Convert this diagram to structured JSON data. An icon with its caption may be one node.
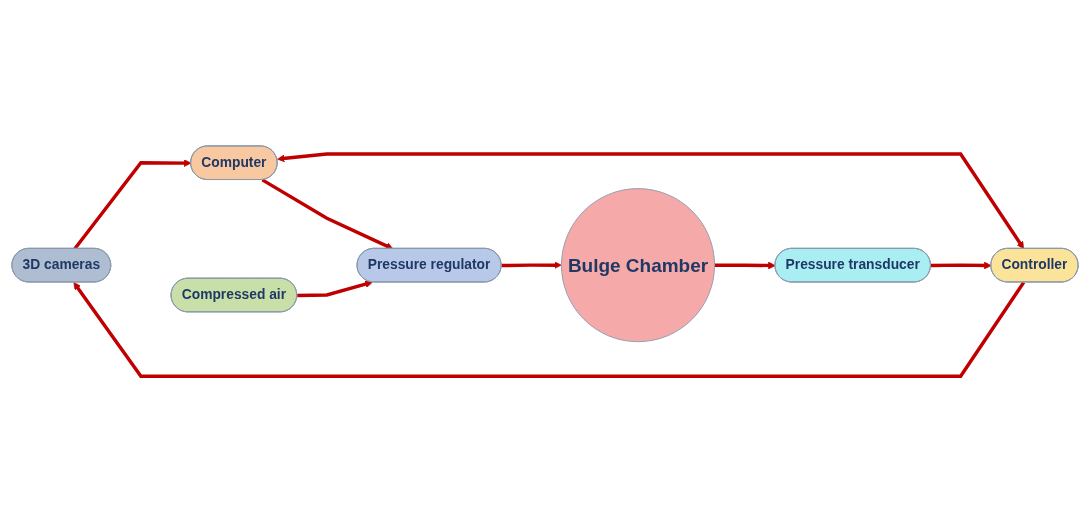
{
  "diagram": {
    "nodes": [
      {
        "text": [
          "3D cameras"
        ]
      },
      {
        "text": [
          "Computer"
        ]
      },
      {
        "text": [
          "Controller"
        ]
      },
      {
        "text": [
          "Compressed air"
        ]
      },
      {
        "text": [
          "Pressure regulator"
        ]
      },
      {
        "text": [
          "Bulge Chamber"
        ]
      },
      {
        "text": [
          "Pressure transducer"
        ]
      }
    ],
    "edges": [
      {
        "from": 2,
        "to": 0,
        "arrow": "to"
      },
      {
        "from": 0,
        "to": 1,
        "arrow": "to"
      },
      {
        "from": 1,
        "to": 2,
        "arrow": "both"
      },
      {
        "from": 1,
        "to": 4,
        "arrow": "to"
      },
      {
        "from": 3,
        "to": 4,
        "arrow": "to"
      },
      {
        "from": 4,
        "to": 5,
        "arrow": "to"
      },
      {
        "from": 5,
        "to": 6,
        "arrow": "to"
      },
      {
        "from": 6,
        "to": 2,
        "arrow": "to"
      }
    ]
  }
}
